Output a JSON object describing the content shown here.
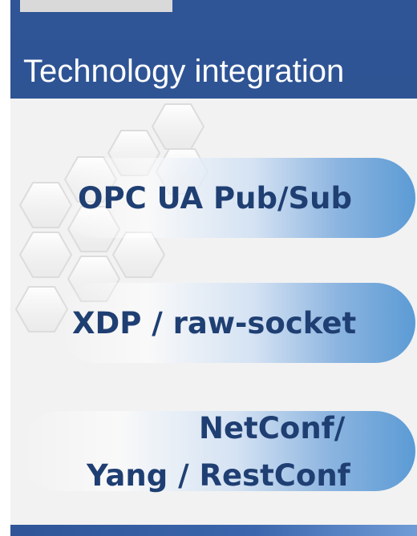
{
  "header": {
    "title": "Technology integration"
  },
  "items": [
    {
      "label": "OPC UA Pub/Sub"
    },
    {
      "label": "XDP / raw-socket"
    },
    {
      "line1": "NetConf/",
      "line2": "Yang / RestConf"
    }
  ],
  "colors": {
    "header": "#2f5597",
    "accent": "#5b9bd5",
    "item_text": "#1f3f73",
    "content_bg": "#f2f2f2"
  },
  "decoration": {
    "icon": "hexagon-pattern-icon"
  }
}
